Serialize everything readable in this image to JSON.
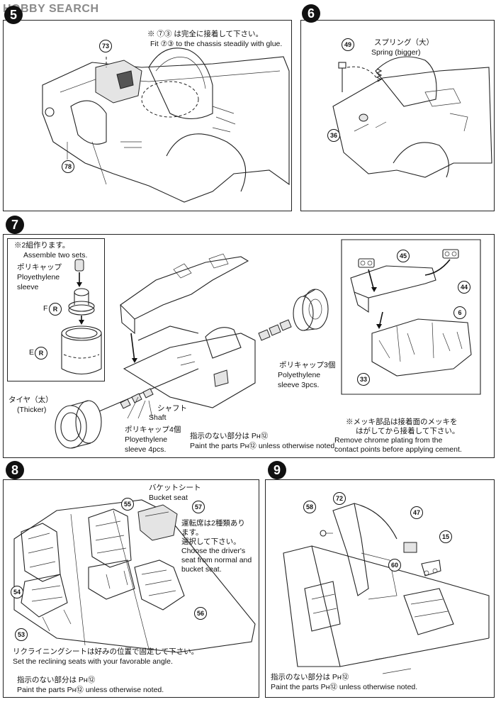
{
  "header": {
    "logo_text": "HOBBY SEARCH"
  },
  "steps": {
    "s5": {
      "number": "5",
      "note_jp": "※ ⑦③ は完全に接着して下さい。",
      "note_en": "Fit ⑦③ to the chassis steadily with glue.",
      "parts": [
        "73",
        "78"
      ]
    },
    "s6": {
      "number": "6",
      "spring_jp": "スプリング（大）",
      "spring_en": "Spring (bigger)",
      "parts": [
        "49",
        "36"
      ]
    },
    "s7": {
      "number": "7",
      "inset_note_jp": "※2組作ります。",
      "inset_note_en": "Assemble two sets.",
      "polycap_jp": "ポリキャップ",
      "polycap_en1": "Ployethylene",
      "polycap_en2": "sleeve",
      "wheel_f": "F",
      "wheel_e": "E",
      "circle_r": "R",
      "tire_jp": "タイヤ（太）",
      "tire_en": "(Thicker)",
      "shaft_jp": "シャフト",
      "shaft_en": "Shaft",
      "poly4_jp": "ポリキャップ4個",
      "poly4_en1": "Ployethylene",
      "poly4_en2": "sleeve 4pcs.",
      "poly3_jp": "ポリキャップ3個",
      "poly3_en1": "Polyethylene",
      "poly3_en2": "sleeve 3pcs.",
      "paint_jp": "指示のない部分は Pн⑫",
      "paint_en": "Paint the parts Pн⑫ unless otherwise noted.",
      "chrome_jp1": "※メッキ部品は接着面のメッキを",
      "chrome_jp2": "はがしてから接着して下さい。",
      "chrome_en1": "Remove chrome plating from the",
      "chrome_en2": "contact points before applying cement.",
      "parts": [
        "45",
        "44",
        "6",
        "33"
      ]
    },
    "s8": {
      "number": "8",
      "bucket_jp": "バケットシート",
      "bucket_en": "Bucket seat",
      "choose_jp1": "運転席は2種類あり",
      "choose_jp2": "ます。",
      "choose_jp3": "選択して下さい。",
      "choose_en1": "Choose the driver's",
      "choose_en2": "seat from normal and",
      "choose_en3": "bucket seat.",
      "recline_jp": "リクライニングシートは好みの位置で固定して下さい。",
      "recline_en": "Set the reclining seats with your favorable angle.",
      "paint_jp": "指示のない部分は Pн⑫",
      "paint_en": "Paint the parts Pн⑫ unless otherwise noted.",
      "parts": [
        "55",
        "57",
        "54",
        "56",
        "53"
      ]
    },
    "s9": {
      "number": "9",
      "paint_jp": "指示のない部分は Pн⑫",
      "paint_en": "Paint the parts Pн⑫ unless otherwise noted.",
      "parts": [
        "58",
        "72",
        "47",
        "15",
        "60"
      ]
    }
  }
}
